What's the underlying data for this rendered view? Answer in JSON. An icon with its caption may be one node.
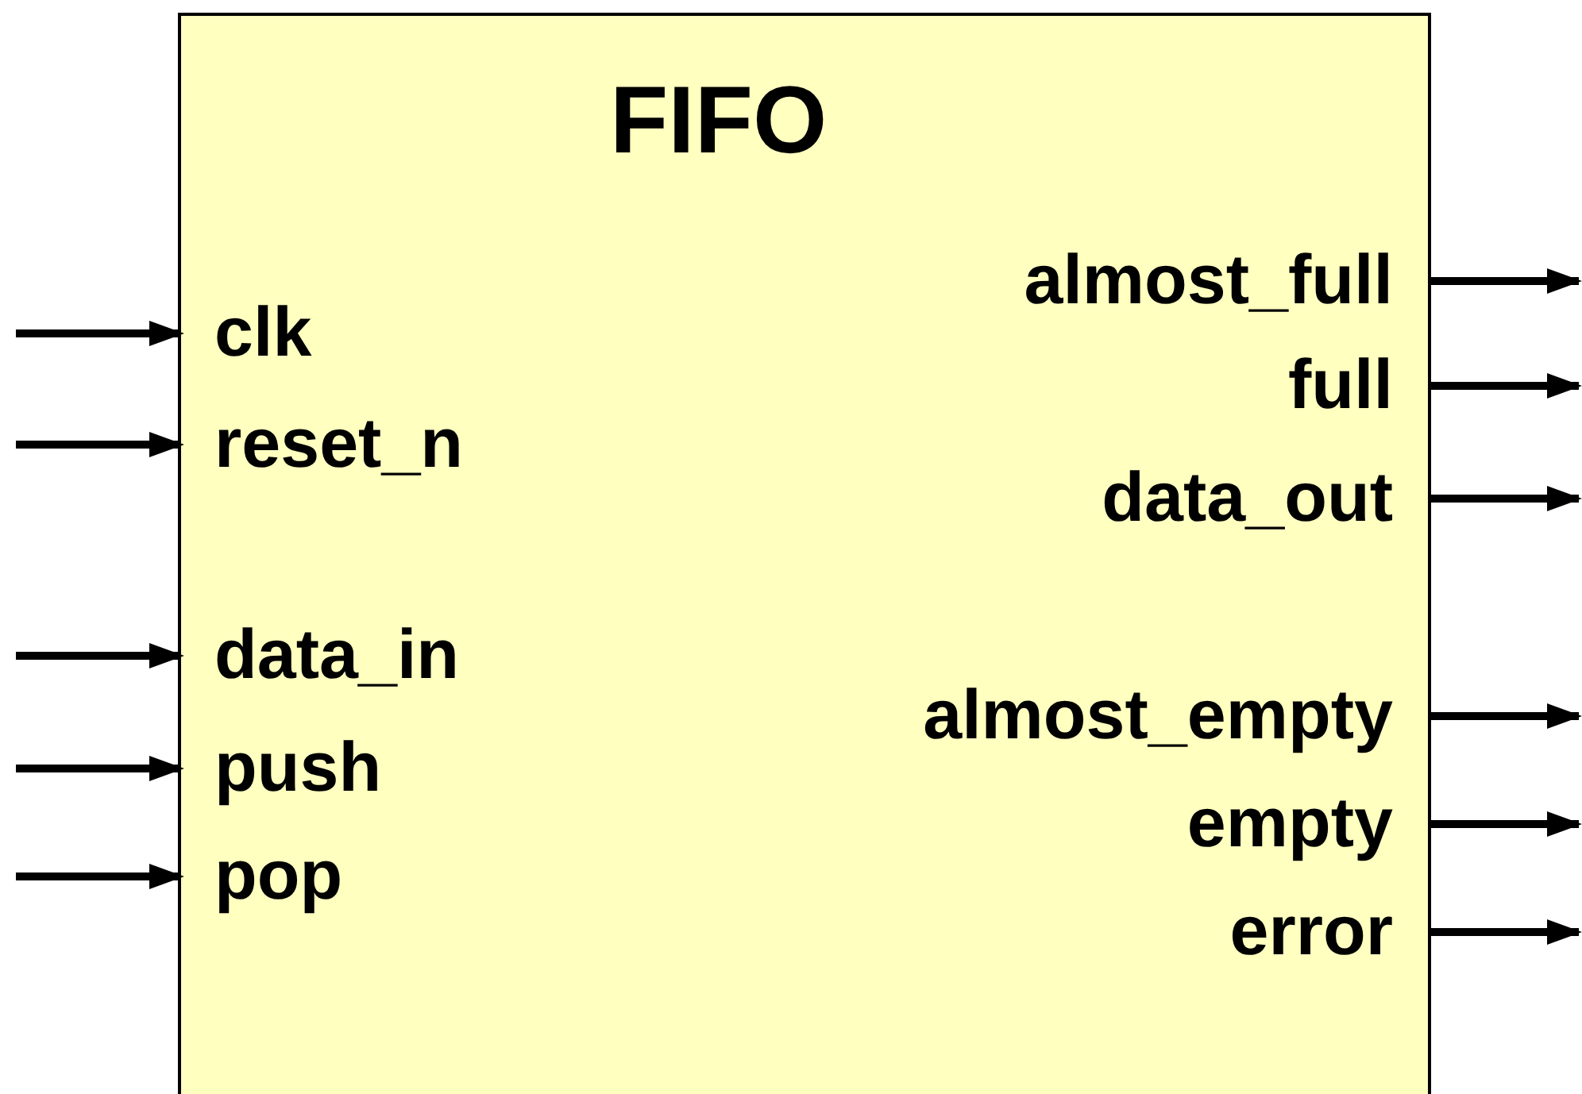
{
  "diagram": {
    "nodes": [
      {
        "text": [
          "FIFO"
        ]
      },
      {
        "text": [
          "clk"
        ],
        "in": 0
      },
      {
        "text": [
          "reset_n"
        ],
        "in": 0
      },
      {
        "text": [
          "data_in"
        ],
        "in": 0
      },
      {
        "text": [
          "push"
        ],
        "in": 0
      },
      {
        "text": [
          "pop"
        ],
        "in": 0
      },
      {
        "text": [
          "almost_full"
        ],
        "in": 0
      },
      {
        "text": [
          "full"
        ],
        "in": 0
      },
      {
        "text": [
          "data_out"
        ],
        "in": 0
      },
      {
        "text": [
          "almost_empty"
        ],
        "in": 0
      },
      {
        "text": [
          "empty"
        ],
        "in": 0
      },
      {
        "text": [
          "error"
        ],
        "in": 0
      }
    ],
    "edges": [
      {
        "from": null,
        "to": 1,
        "arrow": "to"
      },
      {
        "from": null,
        "to": 2,
        "arrow": "to"
      },
      {
        "from": null,
        "to": 3,
        "arrow": "to"
      },
      {
        "from": null,
        "to": 4,
        "arrow": "to"
      },
      {
        "from": null,
        "to": 5,
        "arrow": "to"
      },
      {
        "from": 6,
        "to": null,
        "arrow": "to"
      },
      {
        "from": 7,
        "to": null,
        "arrow": "to"
      },
      {
        "from": 8,
        "to": null,
        "arrow": "to"
      },
      {
        "from": 9,
        "to": null,
        "arrow": "to"
      },
      {
        "from": 10,
        "to": null,
        "arrow": "to"
      },
      {
        "from": 11,
        "to": null,
        "arrow": "to"
      }
    ]
  }
}
